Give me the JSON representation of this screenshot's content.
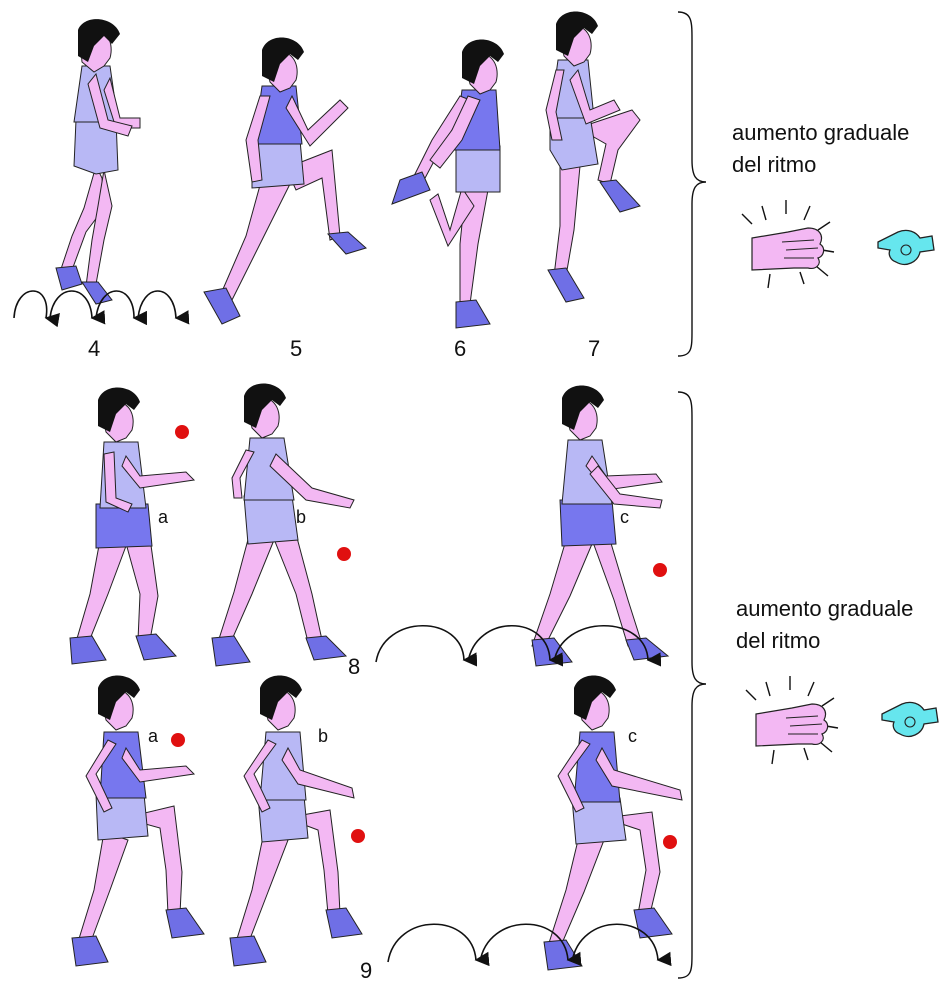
{
  "colors": {
    "skin": "#f3b8f3",
    "shirt_dark": "#7777ee",
    "shirt_light": "#b8b8f5",
    "shorts_dark": "#7777ee",
    "shorts_light": "#b8b8f5",
    "shoe": "#6f6fe6",
    "hair": "#111111",
    "outline": "#222222",
    "ball": "#e01010",
    "whistle": "#66e6ee",
    "background": "#ffffff"
  },
  "icons": [
    "clapping-hands-icon",
    "whistle-icon"
  ],
  "top_section": {
    "figure_numbers": [
      "4",
      "5",
      "6",
      "7"
    ],
    "note_lines": [
      "aumento graduale",
      "del ritmo"
    ]
  },
  "bottom_section": {
    "row_numbers": [
      "8",
      "9"
    ],
    "figure_letters": [
      "a",
      "b",
      "c"
    ],
    "note_lines": [
      "aumento graduale",
      "del ritmo"
    ]
  }
}
